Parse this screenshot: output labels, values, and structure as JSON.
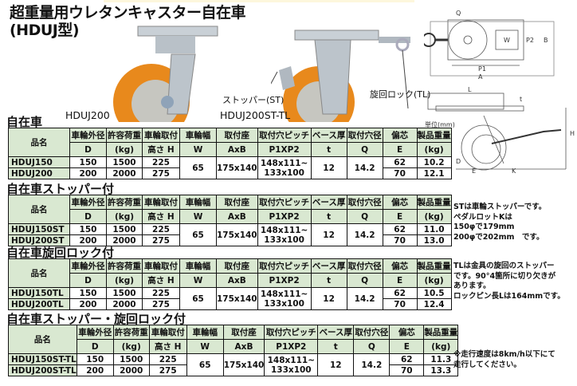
{
  "title": {
    "line1": "超重量用ウレタンキャスター自在車",
    "line2": "(HDUJ型)"
  },
  "images": {
    "left_model": "HDUJ200",
    "right_model": "HDUJ200ST-TL",
    "stopper_label": "ストッパー(ST)",
    "lock_label": "旋回ロック(TL)"
  },
  "drawing_labels": {
    "Q": "Q",
    "W": "W",
    "P2": "P2",
    "B": "B",
    "P1": "P1",
    "A": "A",
    "L": "L",
    "t": "t",
    "H": "H",
    "D": "D",
    "E": "E",
    "K": "K"
  },
  "unit": "単位(mm)",
  "headers": {
    "top": [
      "品名",
      "車輪外径",
      "許容荷重",
      "車輪取付",
      "車輪幅",
      "取付座",
      "取付穴ピッチ",
      "ベース厚",
      "取付穴径",
      "偏芯",
      "製品重量"
    ],
    "bottom": [
      "D",
      "(kg)",
      "高さ H",
      "W",
      "AxB",
      "P1XP2",
      "t",
      "Q",
      "E",
      "(kg)"
    ]
  },
  "tables": [
    {
      "section": "自在車",
      "rows": [
        {
          "name": "HDUJ150",
          "D": "150",
          "load": "1500",
          "H": "225",
          "E": "62",
          "weight": "10.2"
        },
        {
          "name": "HDUJ200",
          "D": "200",
          "load": "2000",
          "H": "275",
          "E": "70",
          "weight": "12.1"
        }
      ],
      "W": "65",
      "AxB": "175x140",
      "pitch1": "148x111~",
      "pitch2": "133x100",
      "t": "12",
      "Q": "14.2"
    },
    {
      "section": "自在車ストッパー付",
      "rows": [
        {
          "name": "HDUJ150ST",
          "D": "150",
          "load": "1500",
          "H": "225",
          "E": "62",
          "weight": "11.0"
        },
        {
          "name": "HDUJ200ST",
          "D": "200",
          "load": "2000",
          "H": "275",
          "E": "70",
          "weight": "13.0"
        }
      ],
      "W": "65",
      "AxB": "175x140",
      "pitch1": "148x111~",
      "pitch2": "133x100",
      "t": "12",
      "Q": "14.2"
    },
    {
      "section": "自在車旋回ロック付",
      "rows": [
        {
          "name": "HDUJ150TL",
          "D": "150",
          "load": "1500",
          "H": "225",
          "E": "62",
          "weight": "10.5"
        },
        {
          "name": "HDUJ200TL",
          "D": "200",
          "load": "2000",
          "H": "275",
          "E": "70",
          "weight": "12.4"
        }
      ],
      "W": "65",
      "AxB": "175x140",
      "pitch1": "148x111~",
      "pitch2": "133x100",
      "t": "12",
      "Q": "14.2"
    },
    {
      "section": "自在車ストッパー・旋回ロック付",
      "rows": [
        {
          "name": "HDUJ150ST-TL",
          "D": "150",
          "load": "1500",
          "H": "225",
          "E": "62",
          "weight": "11.3"
        },
        {
          "name": "HDUJ200ST-TL",
          "D": "200",
          "load": "2000",
          "H": "275",
          "E": "70",
          "weight": "13.3"
        }
      ],
      "W": "65",
      "AxB": "175x140",
      "pitch1": "148x111~",
      "pitch2": "133x100",
      "t": "12",
      "Q": "14.2"
    }
  ],
  "notes": [
    [
      "STは車輪ストッパーです。",
      "ペダルロットKは",
      "150φで179mm",
      "200φで202mm　です。"
    ],
    [
      "TLは金具の旋回のストッパー",
      "です。90°4箇所に切り欠きが",
      "あります。",
      "ロックピン長Lは164mmです。"
    ],
    [
      "※走行速度は8km/h以下にて",
      "走行してください。"
    ]
  ],
  "colors": {
    "header_bg": "#d9e8d1",
    "wheel": "#e8891c",
    "metal": "#c5ccd3"
  }
}
